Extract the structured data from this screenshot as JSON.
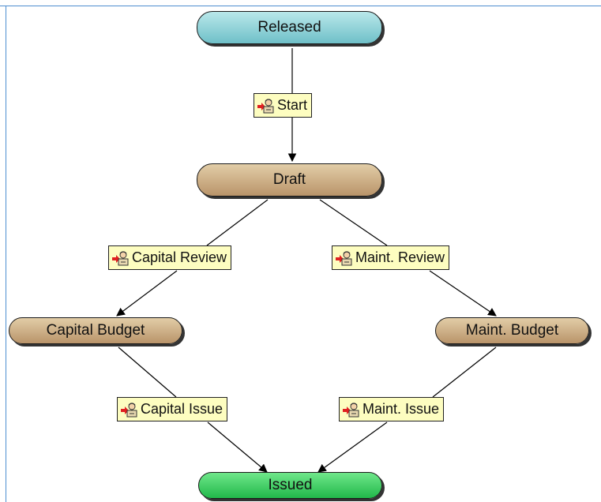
{
  "states": {
    "released": "Released",
    "draft": "Draft",
    "capital_budget": "Capital Budget",
    "maint_budget": "Maint. Budget",
    "issued": "Issued"
  },
  "actions": {
    "start": "Start",
    "capital_review": "Capital Review",
    "maint_review": "Maint. Review",
    "capital_issue": "Capital Issue",
    "maint_issue": "Maint. Issue"
  },
  "colors": {
    "released": "#6fc0c8",
    "intermediate": "#b9946a",
    "issued": "#21b84a",
    "action_fill": "#fdfdc0"
  },
  "icons": {
    "action": "user-action-icon"
  }
}
